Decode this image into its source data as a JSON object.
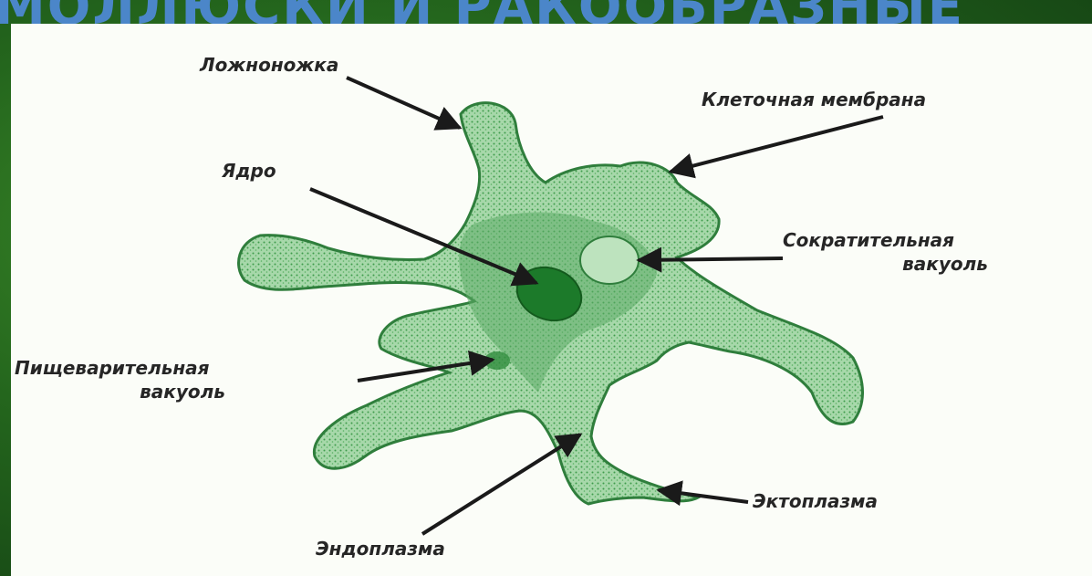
{
  "slide": {
    "title": "МОЛЛЮСКИ И РАКООБРАЗНЫЕ",
    "colors": {
      "background": "#1e5a1c",
      "title": "#4b86c9",
      "cell": "#7ec58a",
      "nucleus": "#1c7a2a"
    }
  },
  "diagram": {
    "labels": {
      "pseudopod": "Ложноножка",
      "cell_membrane": "Клеточная мембрана",
      "nucleus": "Ядро",
      "contractile_vacuole_line1": "Сократительная",
      "contractile_vacuole_line2": "вакуоль",
      "digestive_vacuole_line1": "Пищеварительная",
      "digestive_vacuole_line2": "вакуоль",
      "ectoplasm": "Эктоплазма",
      "endoplasm": "Эндоплазма"
    }
  }
}
